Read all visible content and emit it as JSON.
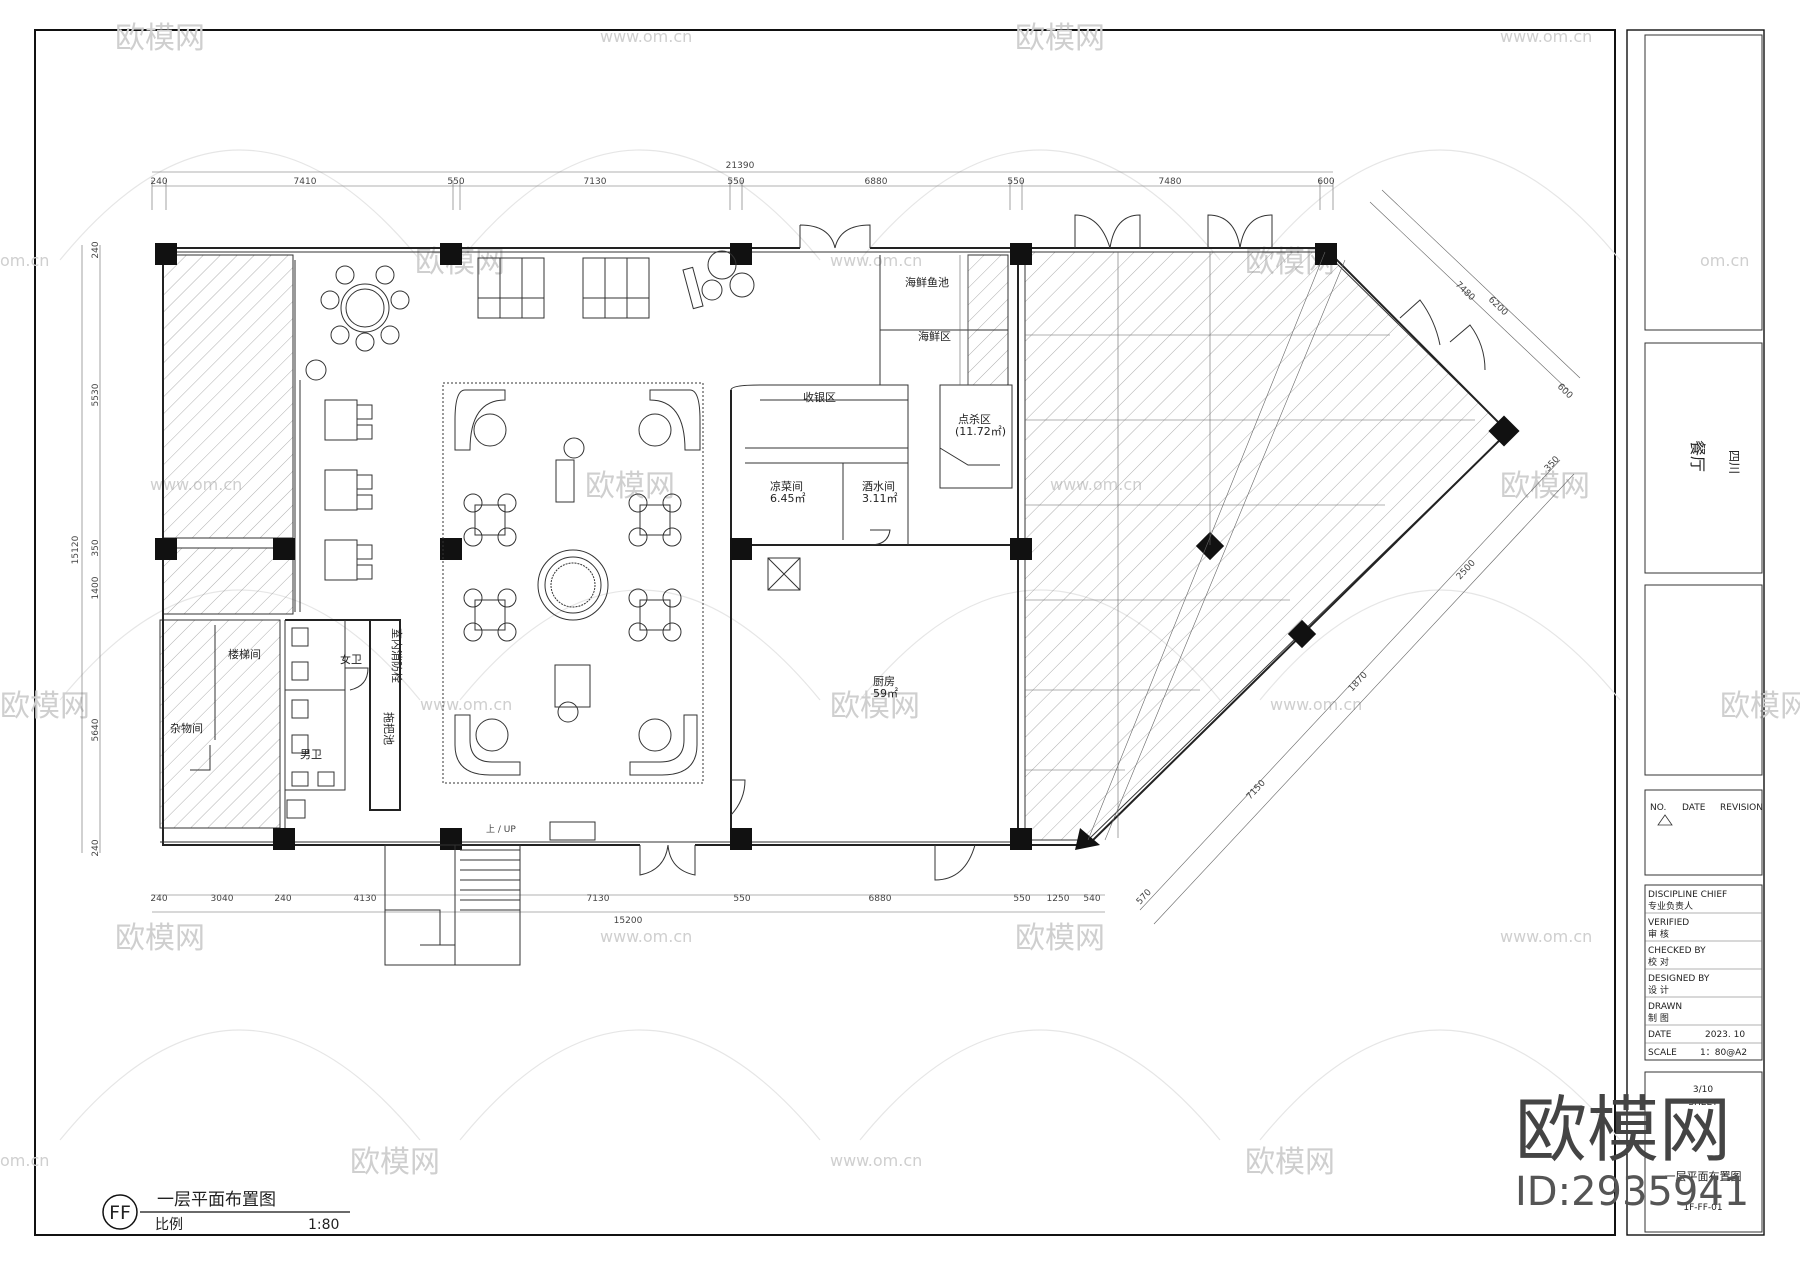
{
  "watermark": {
    "brand": "欧模网",
    "site": "www.om.cn",
    "site_short": "om.cn",
    "id_text": "ID:2935941"
  },
  "plan": {
    "title": "一层平面布置图",
    "badge": "FF",
    "scale_label": "比例",
    "scale_value": "1:80"
  },
  "rooms": {
    "seafood_tank": "海鲜鱼池",
    "seafood_area": "海鲜区",
    "cashier": "收银区",
    "slaughter": "点杀区",
    "slaughter_area": "(11.72㎡)",
    "cold_dish": "凉菜间",
    "cold_dish_area": "6.45㎡",
    "wine": "酒水间",
    "wine_area": "3.11㎡",
    "kitchen": "厨房",
    "kitchen_area": "59㎡",
    "stair": "楼梯间",
    "storage": "杂物间",
    "female_wc": "女卫",
    "male_wc": "男卫",
    "fire_hydrant": "室内消防栓",
    "mop": "拖把池"
  },
  "dims": {
    "top_total": "21390",
    "top": [
      "240",
      "7410",
      "550",
      "7130",
      "550",
      "6880",
      "550",
      "7480",
      "600"
    ],
    "bottom": [
      "240",
      "3040",
      "240",
      "4130",
      "7130",
      "550",
      "6880",
      "550",
      "1250",
      "540"
    ],
    "bottom_total": "15200",
    "left_total": "15120",
    "left": [
      "240",
      "5530",
      "350",
      "1400",
      "5640",
      "240"
    ],
    "diag_upper": [
      "7480",
      "6200",
      "600"
    ],
    "diag_lower": [
      "2500",
      "350",
      "1870",
      "7150",
      "570"
    ],
    "stair_note": "上 / UP"
  },
  "titleblock": {
    "project": "餐厅",
    "location": "四川",
    "revision_head": [
      "NO.",
      "DATE",
      "REVISION"
    ],
    "rows": [
      {
        "en": "DISCIPLINE CHIEF",
        "cn": "专业负责人"
      },
      {
        "en": "VERIFIED",
        "cn": "审  核"
      },
      {
        "en": "CHECKED BY",
        "cn": "校  对"
      },
      {
        "en": "DESIGNED BY",
        "cn": "设  计"
      },
      {
        "en": "DRAWN",
        "cn": "制  图"
      }
    ],
    "date_label": "DATE",
    "date_value": "2023. 10",
    "scale_label": "SCALE",
    "scale_value": "1：80@A2",
    "sheet_label": "SHEET",
    "sheet_no": "3/10",
    "drawing_name": "一层平面布置图",
    "drawing_code": "1F-FF-01"
  }
}
